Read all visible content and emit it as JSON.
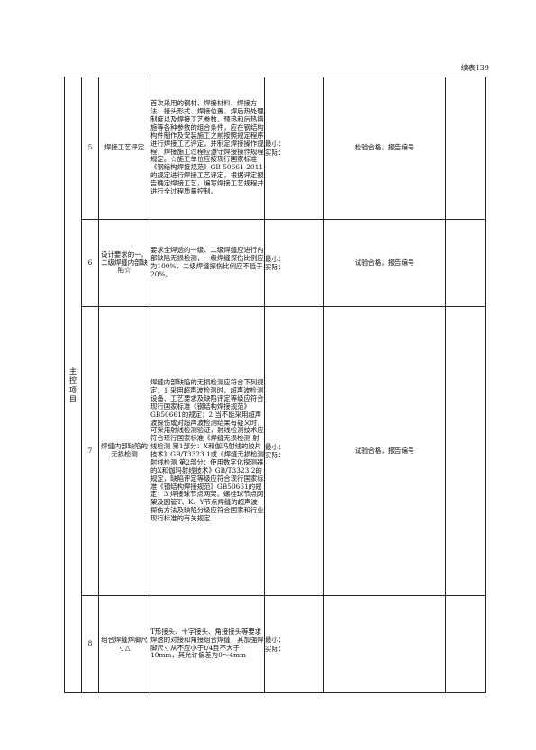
{
  "page": {
    "continued_label": "续表139"
  },
  "section_label": "主控项目",
  "rows": [
    {
      "no": "5",
      "item": "焊接工艺评定",
      "requirement": "首次采用的钢材、焊接材料、焊接方法、接头形式、焊接位置、焊后热处理制度以及焊接工艺参数、预热和后热措施等各种参数的组合条件，应在钢结构构件制作及安装施工之前按照规定程序进行焊接工艺评定，并制定焊接操作规程，焊接施工过程应遵守焊接操作规程规定。☆施工单位应按现行国家标准《钢结构焊接规范》GB 50661-2011的规定进行焊接工艺评定，根据评定报告确定焊接工艺，编写焊接工艺规程并进行全过程质量控制。",
      "min_label": "最小：",
      "actual_label": "实际：",
      "result": "检验合格，报告编号"
    },
    {
      "no": "6",
      "item": "设计要求的一、二级焊缝内部缺陷☆",
      "requirement": "要求全焊透的一级、二级焊缝应进行内部缺陷无损检测，一级焊缝探伤比例应为100%，二级焊缝探伤比例应不低于20%。",
      "min_label": "最小：",
      "actual_label": "实际：",
      "result": "试验合格，报告编号"
    },
    {
      "no": "7",
      "item": "焊缝内部缺陷的无损检测",
      "requirement": "焊缝内部缺陷的无损检测应符合下列规定：1 采用超声波检测时，超声波检测设备、工艺要求及缺陷评定等级应符合现行国家标准《钢结构焊接规范》GB50661的规定；2 当不能采用超声波探伤或对超声波检测结果有疑义时，可采用射线检测验证，射线检测技术应符合现行国家标准《焊缝无损检测 射线检测 第1部分：X和伽玛射线的胶片技术》GB/T3323.1或《焊缝无损检测 射线检测 第2部分：使用数字化探测器的X和伽玛射线技术》GB/T3323.2的规定，缺陷评定等级应符合现行国家标准《钢结构焊接规范》GB50661的规定；3 焊接球节点网架、螺栓球节点网架及圆管T、K、Y节点焊缝的超声波探伤方法及缺陷分级应符合国家和行业现行标准的有关规定",
      "min_label": "最小：",
      "actual_label": "实际：",
      "result": "试验合格，报告编号"
    },
    {
      "no": "8",
      "item": "组合焊缝焊脚尺寸△",
      "requirement": "T形接头、十字接头、角接接头等要求焊透的对接和角接组合焊缝，其加强焊脚尺寸从不应小于t/4且不大于10mm，其允许偏差为0～4mm",
      "min_label": "最小：",
      "actual_label": "实际：",
      "result": ""
    }
  ]
}
